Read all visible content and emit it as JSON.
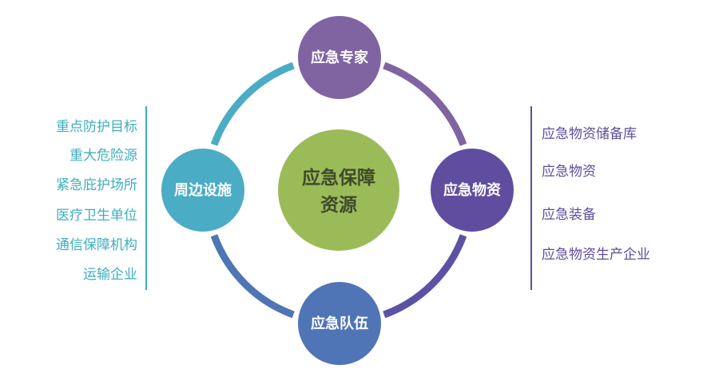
{
  "center": {
    "line1": "应急保障",
    "line2": "资源",
    "color": "#9bbb59"
  },
  "nodes": {
    "top": {
      "label": "应急专家",
      "color": "#8064a2"
    },
    "right": {
      "label": "应急物资",
      "color": "#5f4e9f"
    },
    "bottom": {
      "label": "应急队伍",
      "color": "#4f75b6"
    },
    "left": {
      "label": "周边设施",
      "color": "#4bacc6"
    }
  },
  "ring_colors": {
    "top_right": "#8064a2",
    "right_bottom": "#5b52a5",
    "bottom_left": "#4f75b6",
    "left_top": "#4bacc6"
  },
  "left_list": {
    "color": "#3eaebc",
    "items": [
      "重点防护目标",
      "重大危险源",
      "紧急庇护场所",
      "医疗卫生单位",
      "通信保障机构",
      "运输企业"
    ]
  },
  "right_list": {
    "color": "#5f4d9c",
    "items": [
      "应急物资储备库",
      "应急物资",
      "应急装备",
      "应急物资生产企业"
    ]
  }
}
